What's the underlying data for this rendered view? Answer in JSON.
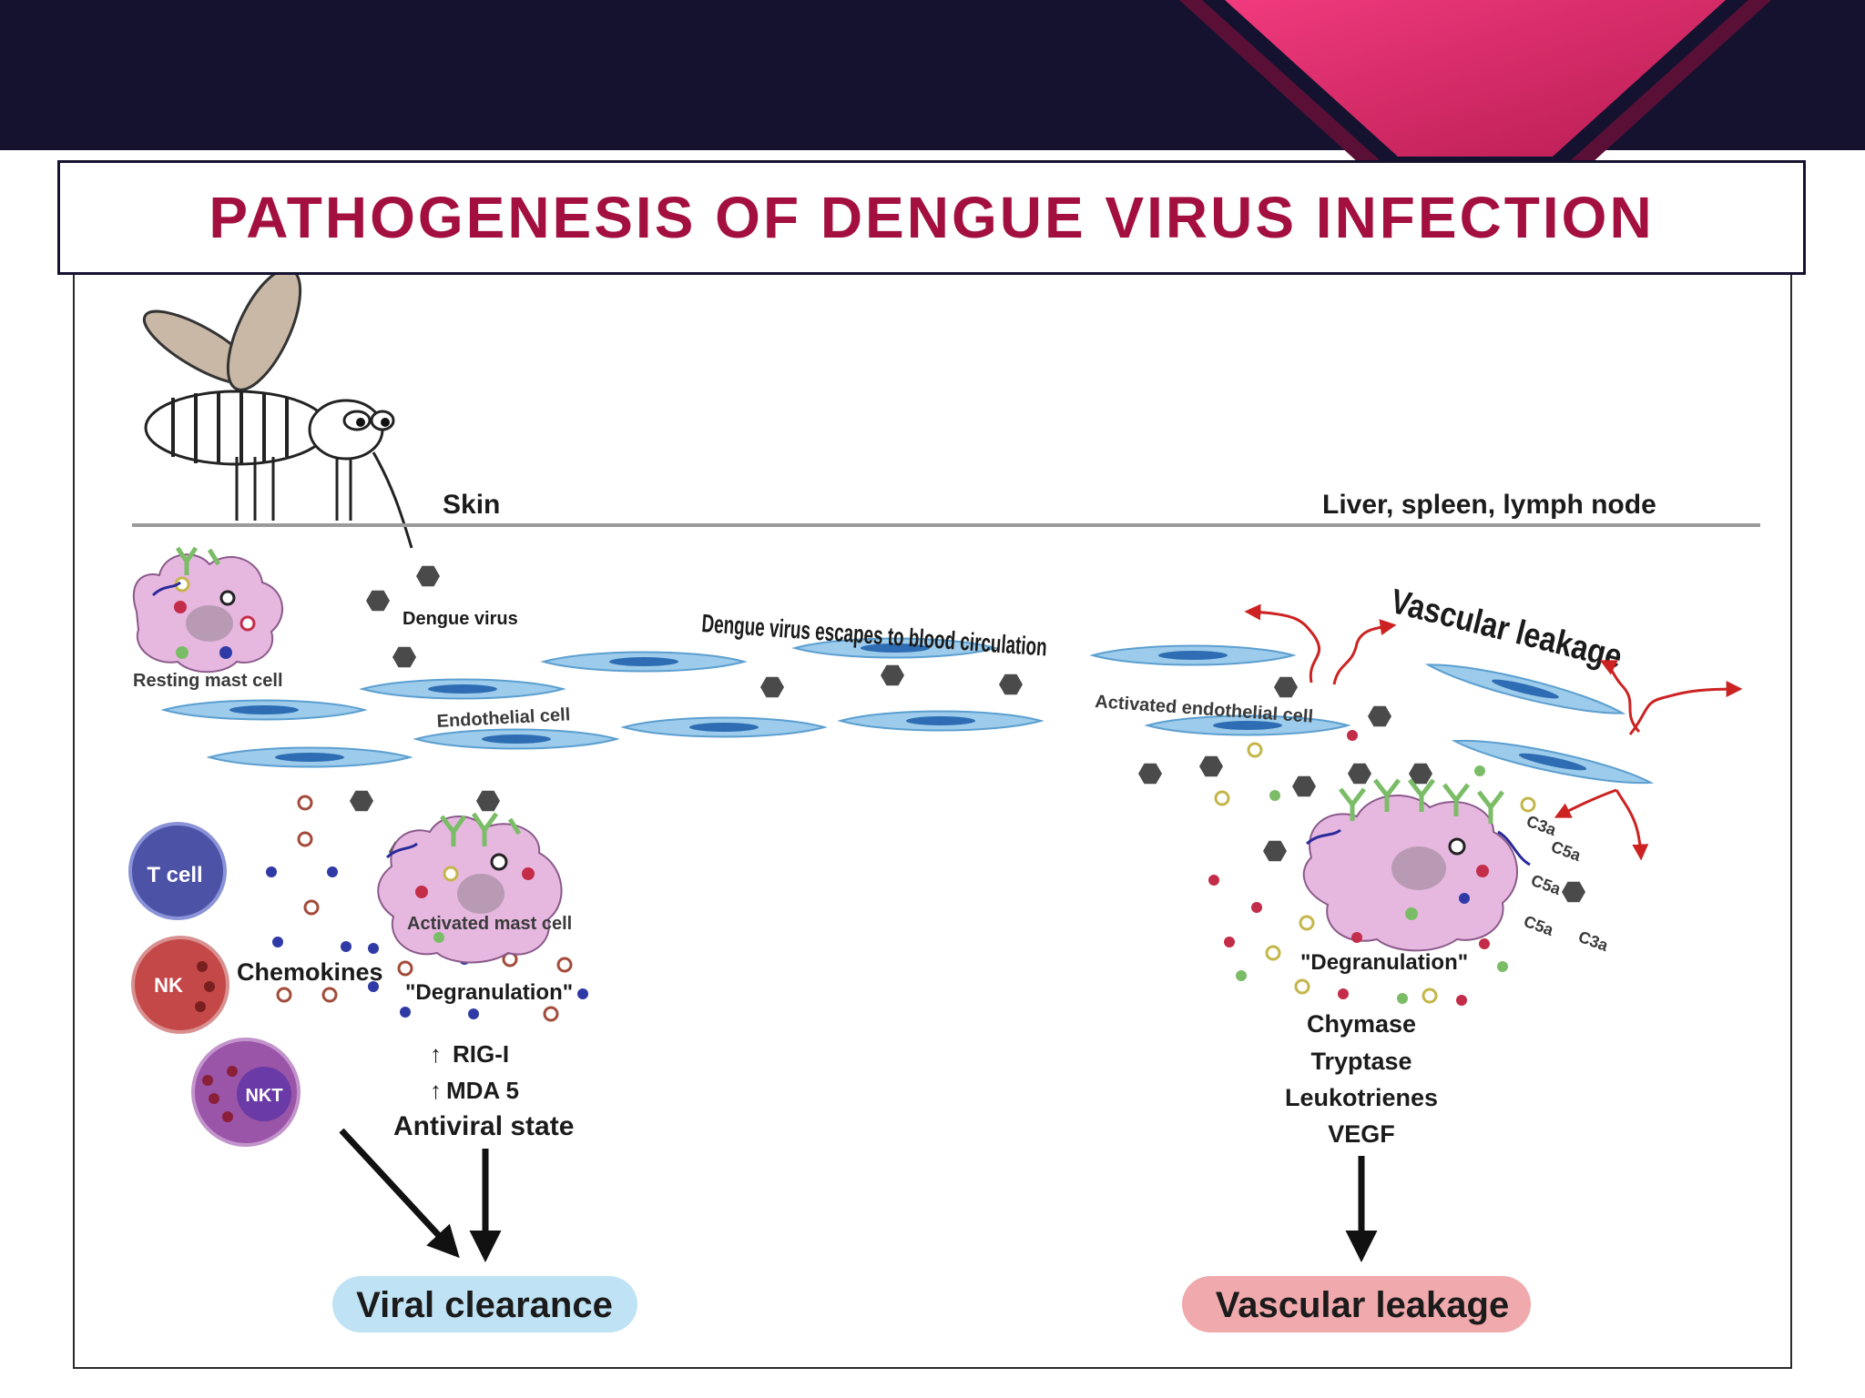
{
  "slide": {
    "title": "PATHOGENESIS OF DENGUE VIRUS INFECTION",
    "colors": {
      "header_band": "#15122f",
      "accent": "#e22b6f",
      "title_text": "#a3103f"
    }
  },
  "diagram": {
    "skin_label": "Skin",
    "organs_label": "Liver, spleen, lymph node",
    "dengue_virus_label": "Dengue virus",
    "resting_mast_cell_label": "Resting mast cell",
    "escape_label": "Dengue virus escapes to blood circulation",
    "endothelial_cell_label": "Endothelial cell",
    "activated_endothelial_label": "Activated endothelial cell",
    "vascular_leakage_top_label": "Vascular leakage",
    "activated_mast_cell_label": "Activated mast cell",
    "chemokines_label": "Chemokines",
    "degranulation_left_label": "\"Degranulation\"",
    "degranulation_right_label": "\"Degranulation\"",
    "cells": {
      "t_cell": "T cell",
      "nk": "NK",
      "nkt": "NKT"
    },
    "antiviral": {
      "rig": "RIG-I",
      "mda": "MDA 5",
      "state": "Antiviral state"
    },
    "mediators": [
      "Chymase",
      "Tryptase",
      "Leukotrienes",
      "VEGF"
    ],
    "c3a_label": "C3a",
    "c5a_label": "C5a",
    "viral_clearance_label": "Viral clearance",
    "vascular_leakage_bottom_label": "Vascular leakage",
    "colors": {
      "virus": "#4a4a4a",
      "endothelium": "#8fc3e6",
      "endothelium_nucleus": "#2e6db3",
      "mast_cell": "#e6b8e0",
      "t_cell": "#5b62b8",
      "nk_cell": "#c54848",
      "nkt_cell": "#9a55a8",
      "viral_clearance_pill": "#bfe3f5",
      "vascular_leakage_pill": "#f0a9ac",
      "leakage_arrow": "#cc2222"
    }
  }
}
